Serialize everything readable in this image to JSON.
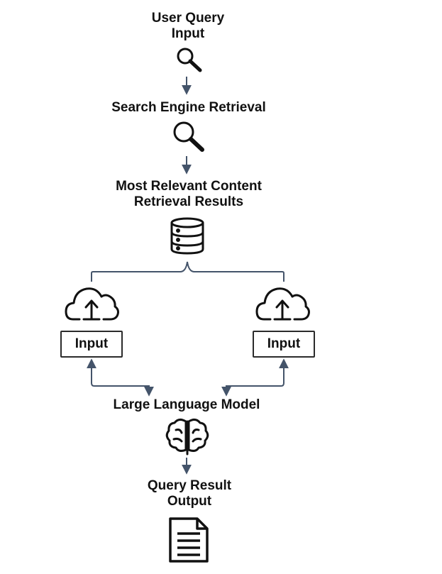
{
  "steps": {
    "user_query": {
      "line1": "User Query",
      "line2": "Input",
      "icon": "magnifier-icon"
    },
    "search_engine": {
      "line1": "Search Engine Retrieval",
      "icon": "magnifier-icon"
    },
    "relevant_content": {
      "line1": "Most Relevant Content",
      "line2": "Retrieval Results",
      "icon": "database-icon"
    },
    "input_left": {
      "label": "Input",
      "icon": "cloud-upload-icon"
    },
    "input_right": {
      "label": "Input",
      "icon": "cloud-upload-icon"
    },
    "llm": {
      "line1": "Large Language Model",
      "icon": "brain-icon"
    },
    "output": {
      "line1": "Query Result",
      "line2": "Output",
      "icon": "document-icon"
    }
  },
  "colors": {
    "text": "#111111",
    "arrow": "#44546a",
    "icon": "#111111"
  }
}
